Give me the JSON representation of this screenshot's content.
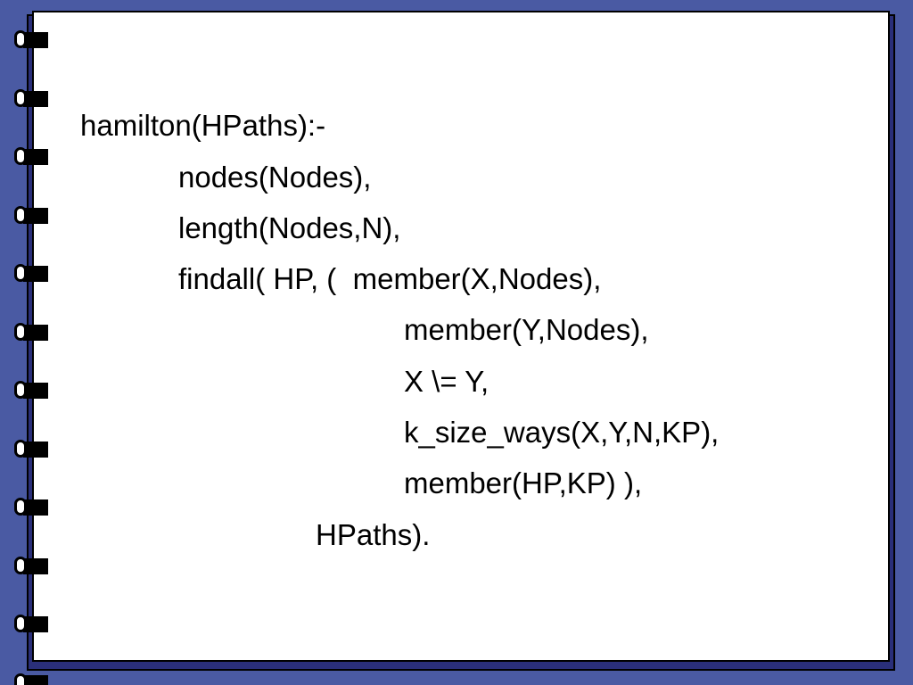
{
  "colors": {
    "background": "#4a5aa3",
    "page": "#ffffff",
    "shadow": "#2a2f7a",
    "ink": "#000000"
  },
  "binder": {
    "ring_icon": "binder-ring-icon",
    "ring_count": 12
  },
  "code": {
    "lines": [
      "hamilton(HPaths):-",
      "nodes(Nodes),",
      "length(Nodes,N),",
      "findall( HP, (  member(X,Nodes),",
      "member(Y,Nodes),",
      "X \\= Y,",
      "k_size_ways(X,Y,N,KP),",
      "member(HP,KP) ),",
      "HPaths)."
    ]
  }
}
